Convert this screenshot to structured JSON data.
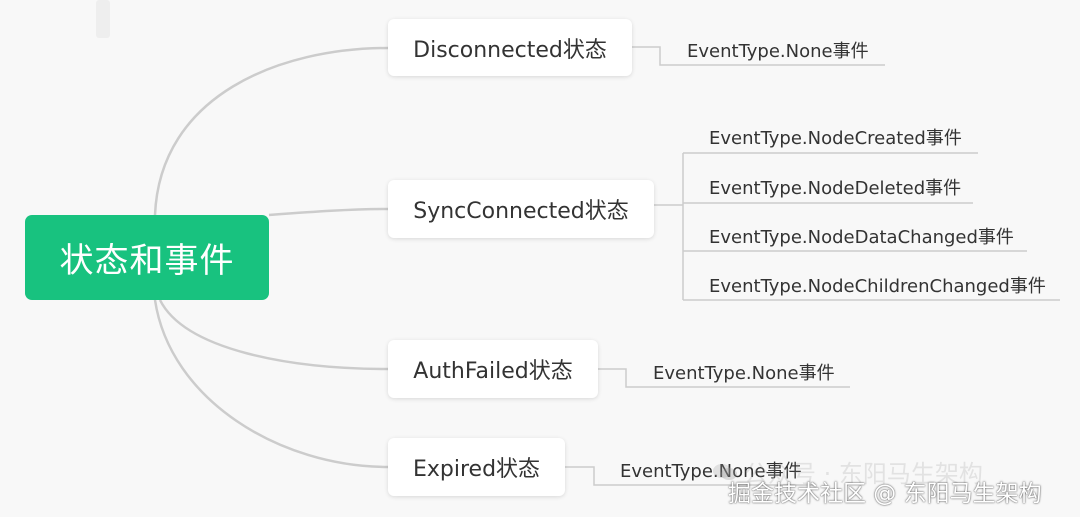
{
  "root": {
    "label": "状态和事件",
    "color": "#18c27f"
  },
  "states": [
    {
      "label": "Disconnected状态",
      "events": [
        "EventType.None事件"
      ]
    },
    {
      "label": "SyncConnected状态",
      "events": [
        "EventType.NodeCreated事件",
        "EventType.NodeDeleted事件",
        "EventType.NodeDataChanged事件",
        "EventType.NodeChildrenChanged事件"
      ]
    },
    {
      "label": "AuthFailed状态",
      "events": [
        "EventType.None事件"
      ]
    },
    {
      "label": "Expired状态",
      "events": [
        "EventType.None事件"
      ]
    }
  ],
  "watermark": {
    "faint": "公众号 · 东阳马生架构",
    "strong": "掘金技术社区 @ 东阳马生架构"
  },
  "colors": {
    "connector": "#cccccc",
    "text": "#333333",
    "background": "#f8f8f8"
  }
}
